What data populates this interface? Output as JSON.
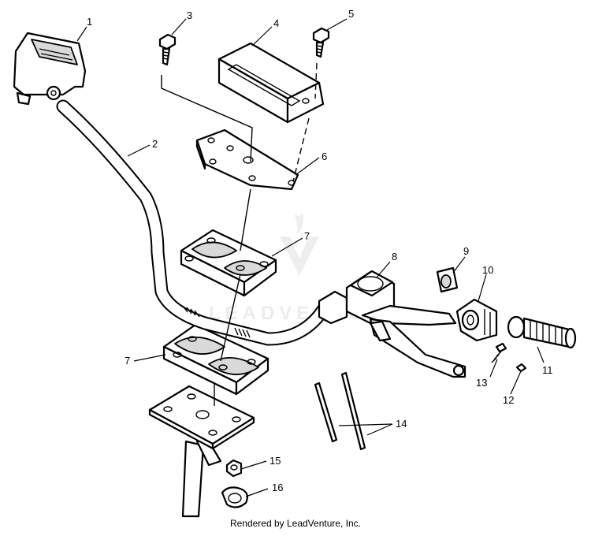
{
  "callouts": {
    "c1": "1",
    "c2": "2",
    "c3": "3",
    "c4": "4",
    "c5": "5",
    "c6": "6",
    "c7a": "7",
    "c7b": "7",
    "c8": "8",
    "c9": "9",
    "c10": "10",
    "c11": "11",
    "c12": "12",
    "c13": "13",
    "c14": "14",
    "c15": "15",
    "c16": "16"
  },
  "watermark": "LEADVENTURE",
  "footer": {
    "credit": "Rendered by LeadVenture, Inc."
  }
}
